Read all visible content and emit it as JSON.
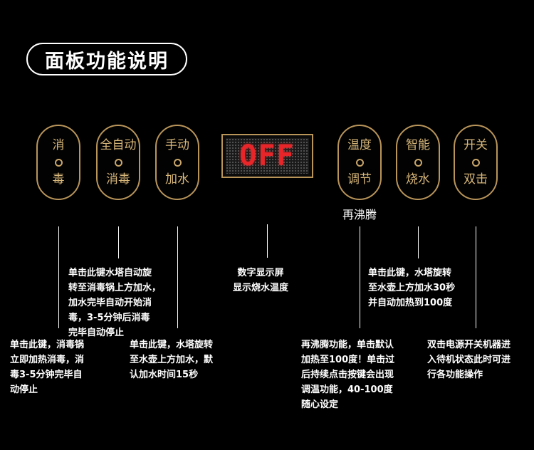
{
  "title": "面板功能说明",
  "buttons": [
    {
      "top": "消",
      "bottom": "毒"
    },
    {
      "top": "全自动",
      "bottom": "消毒"
    },
    {
      "top": "手动",
      "bottom": "加水"
    },
    {
      "top": "温度",
      "bottom": "调节"
    },
    {
      "top": "智能",
      "bottom": "烧水"
    },
    {
      "top": "开关",
      "bottom": "双击"
    }
  ],
  "display": {
    "text": "OFF",
    "color": "#e8262a"
  },
  "reboil_label": "再沸腾",
  "descriptions": {
    "auto_sterilize": "单击此键水塔自动旋\n转至消毒锅上方加水，\n加水完毕自动开始消\n毒，3-5分钟后消毒\n完毕自动停止",
    "sterilize": "单击此键，消毒锅\n立即加热消毒，消\n毒3-5分钟完毕自\n动停止",
    "manual_water": "单击此键，水塔旋转\n至水壶上方加水，默\n认加水时间15秒",
    "display_desc": "数字显示屏\n显示烧水温度",
    "smart_boil": "单击此键，水塔旋转\n至水壶上方加水30秒\n并自动加热到100度",
    "reboil": "再沸腾功能，单击默认\n加热至100度！单击过\n后持续点击按键会出现\n调温功能，40-100度\n随心设定",
    "power": "双击电源开关机器进\n入待机状态此时可进\n行各功能操作"
  },
  "colors": {
    "gold": "#b9955a",
    "background": "#000000"
  }
}
